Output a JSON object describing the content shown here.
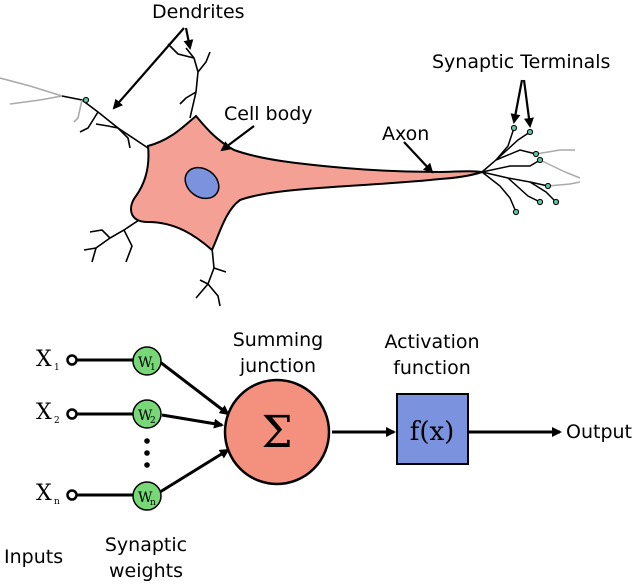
{
  "neuron": {
    "dendrites": "Dendrites",
    "cell_body": "Cell body",
    "axon": "Axon",
    "synaptic_terminals": "Synaptic Terminals"
  },
  "model": {
    "summing_line1": "Summing",
    "summing_line2": "junction",
    "activation_line1": "Activation",
    "activation_line2": "function",
    "sum_symbol": "Σ",
    "function_label": "f(x)",
    "output": "Output",
    "inputs_label": "Inputs",
    "weights_line1": "Synaptic",
    "weights_line2": "weights",
    "inputs": [
      {
        "symbol": "X",
        "sub": "1",
        "weight": "W",
        "weight_sub": "1"
      },
      {
        "symbol": "X",
        "sub": "2",
        "weight": "W",
        "weight_sub": "2"
      },
      {
        "symbol": "X",
        "sub": "n",
        "weight": "W",
        "weight_sub": "n"
      }
    ]
  },
  "colors": {
    "cell": "#f4a094",
    "nucleus": "#7b93de",
    "weight_node": "#78d878",
    "sum_node": "#f4907e",
    "activation_box": "#7b93de"
  }
}
